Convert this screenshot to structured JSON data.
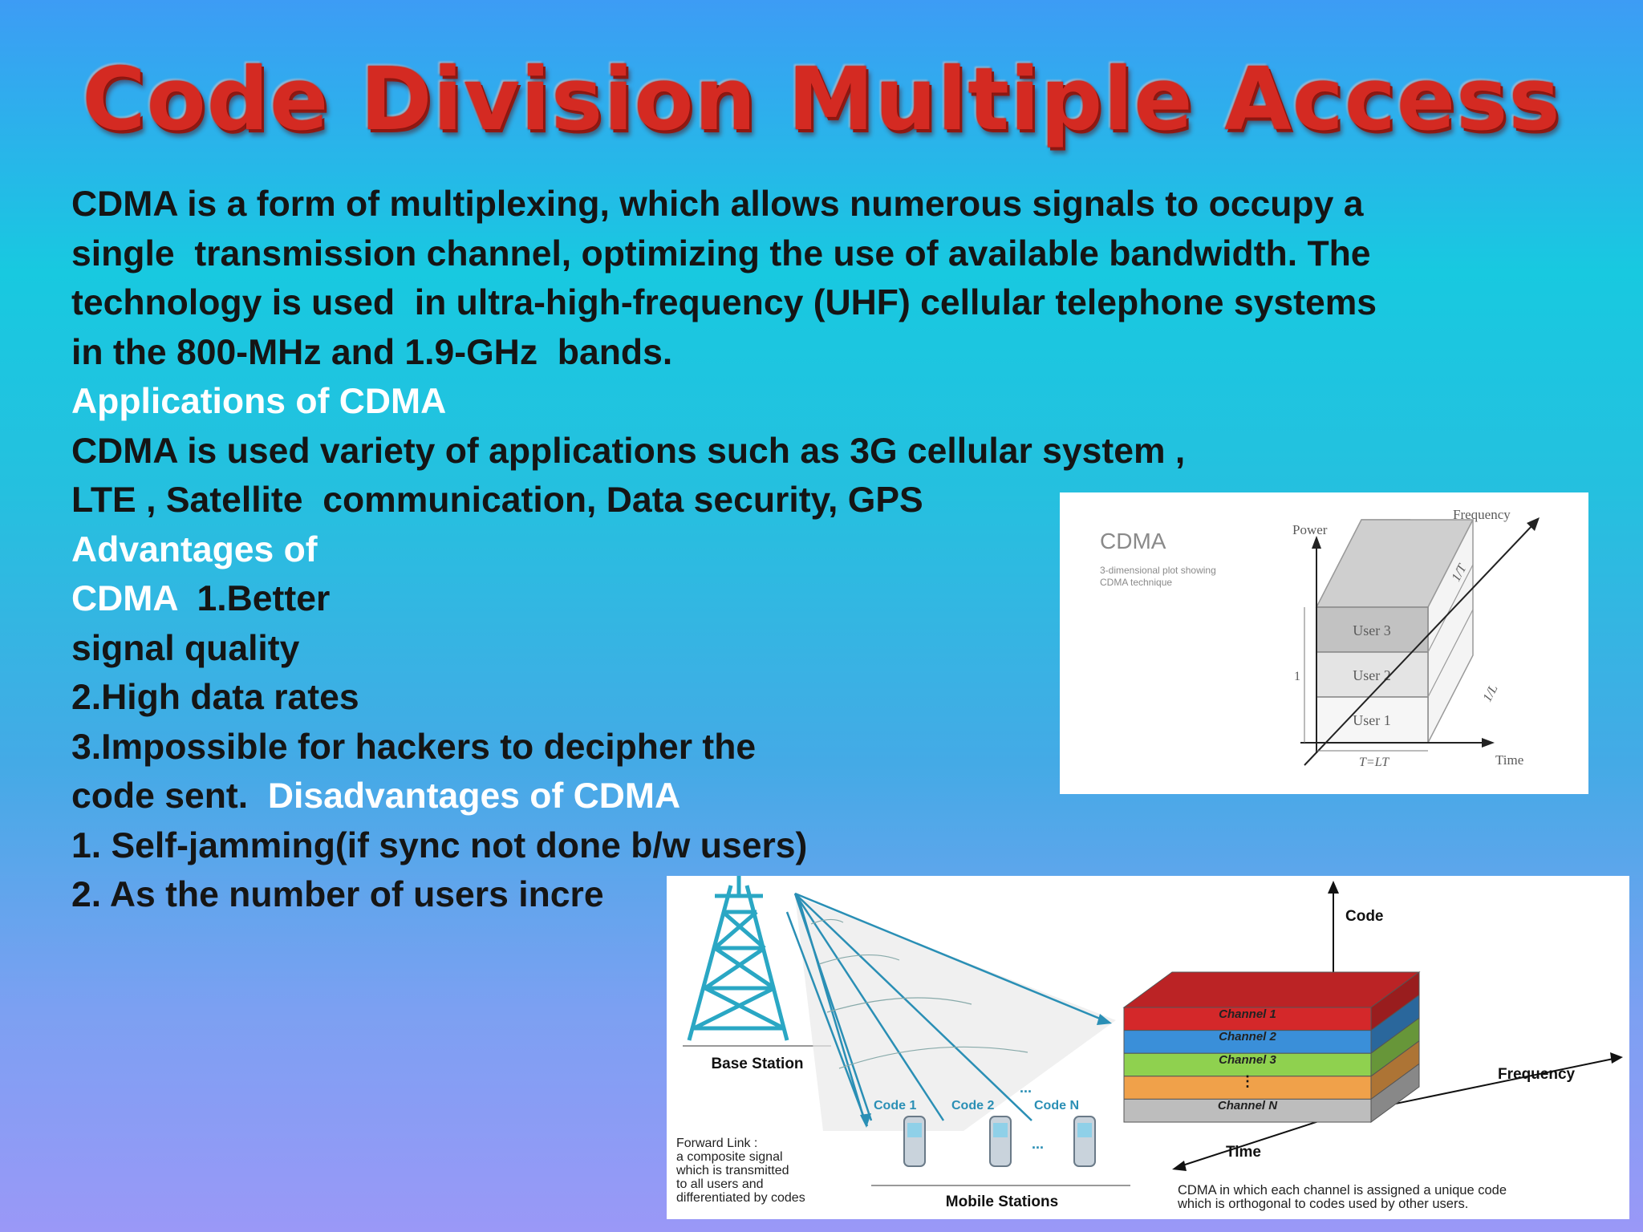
{
  "title": "Code Division Multiple Access",
  "body": {
    "line1": "CDMA is a form of multiplexing, which allows numerous signals to occupy a",
    "line2": "single  transmission channel, optimizing the use of available bandwidth. The",
    "line3": "technology is used  in ultra-high-frequency (UHF) cellular telephone systems",
    "line4": "in the 800-MHz and 1.9-GHz  bands.",
    "applications_heading": "Applications of CDMA",
    "line6": "CDMA is used variety of applications such as 3G cellular system ,",
    "line7": "LTE , Satellite  communication, Data security, GPS",
    "advantages_heading_1": "Advantages of",
    "advantages_heading_2": "CDMA",
    "line9b": "  1.Better",
    "line10": "signal quality",
    "line11": "2.High data rates",
    "line12": "3.Impossible for hackers to decipher the",
    "line13a": "code sent.  ",
    "disadvantages_heading": "Disadvantages of CDMA",
    "line14": "1. Self-jamming(if sync not done b/w users)",
    "line15": "2. As the number of users incre"
  },
  "figure1": {
    "title": "CDMA",
    "caption_line1": "3-dimensional plot showing",
    "caption_line2": "CDMA technique",
    "axis_power": "Power",
    "axis_frequency": "Frequency",
    "axis_time": "Time",
    "users": [
      "User 3",
      "User 2",
      "User 1"
    ],
    "label_one": "1",
    "label_one_over_tchip": "1/T",
    "label_one_over_l": "1/L",
    "label_tc": "T",
    "label_ltchip": "=LT"
  },
  "figure2": {
    "base_station": "Base Station",
    "codes": [
      "Code 1",
      "Code 2",
      "Code N"
    ],
    "ellipsis": "...",
    "forward_link": [
      "Forward Link :",
      "a composite signal",
      "which is transmitted",
      "to all users and",
      "differentiated by codes"
    ],
    "mobile_stations": "Mobile Stations",
    "axis_code": "Code",
    "axis_frequency": "Frequency",
    "axis_time": "Time",
    "channels": [
      "Channel 1",
      "Channel 2",
      "Channel 3",
      "Channel N"
    ],
    "channel_dots": "⋮",
    "caption_line1": "CDMA in which each channel is assigned a unique code",
    "caption_line2": "which is orthogonal to codes used by other users.",
    "channel_colors": [
      "#d4282a",
      "#3a8fd9",
      "#8fd14f",
      "#f0a14a",
      "#bdbdbd"
    ]
  }
}
